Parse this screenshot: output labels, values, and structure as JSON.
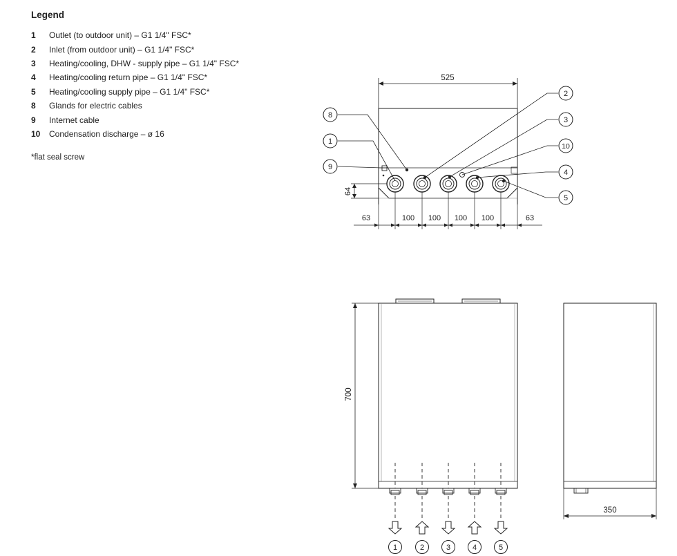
{
  "legend": {
    "title": "Legend",
    "items": [
      {
        "num": "1",
        "text": "Outlet (to outdoor unit) – G1 1/4\" FSC*"
      },
      {
        "num": "2",
        "text": "Inlet (from outdoor unit) – G1 1/4\" FSC*"
      },
      {
        "num": "3",
        "text": "Heating/cooling, DHW - supply pipe – G1 1/4\" FSC*"
      },
      {
        "num": "4",
        "text": "Heating/cooling return pipe – G1 1/4\" FSC*"
      },
      {
        "num": "5",
        "text": "Heating/cooling supply pipe – G1 1/4\" FSC*"
      },
      {
        "num": "8",
        "text": "Glands for electric cables"
      },
      {
        "num": "9",
        "text": "Internet cable"
      },
      {
        "num": "10",
        "text": "Condensation discharge – ø 16"
      }
    ],
    "footnote": "*flat seal screw"
  },
  "dimensions": {
    "top_width": "525",
    "pipe_height": "64",
    "edge_left": "63",
    "spacing_1": "100",
    "spacing_2": "100",
    "spacing_3": "100",
    "spacing_4": "100",
    "edge_right": "63",
    "height": "700",
    "depth": "350"
  },
  "callouts": {
    "c1": "1",
    "c2": "2",
    "c3": "3",
    "c4": "4",
    "c5": "5",
    "c8": "8",
    "c9": "9",
    "c10": "10"
  },
  "flow_labels": [
    "1",
    "2",
    "3",
    "4",
    "5"
  ],
  "flow_directions": [
    "out",
    "in",
    "out",
    "in",
    "out"
  ]
}
